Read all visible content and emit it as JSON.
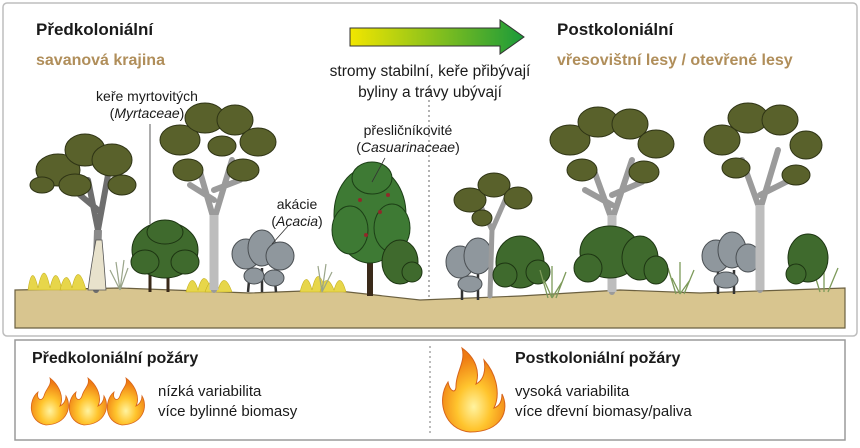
{
  "header": {
    "left_title": "Předkoloniální",
    "left_subtitle": "savanová krajina",
    "right_title": "Postkoloniální",
    "right_subtitle": "vřesovištní lesy / otevřené lesy",
    "transition_line1": "stromy stabilní, keře přibývají",
    "transition_line2": "byliny a trávy ubývají"
  },
  "labels": {
    "myrtaceae_common": "keře myrtovitých",
    "myrtaceae_latin": "Myrtaceae",
    "acacia_common": "akácie",
    "acacia_latin": "Acacia",
    "casuarinaceae_common": "přesličníkovité",
    "casuarinaceae_latin": "Casuarinaceae"
  },
  "fires": {
    "left_title": "Předkoloniální požáry",
    "left_line1": "nízká variabilita",
    "left_line2": "více bylinné biomasy",
    "right_title": "Postkoloniální požáry",
    "right_line1": "vysoká variabilita",
    "right_line2": "více dřevní biomasy/paliva"
  },
  "colors": {
    "ground": "#d8c58f",
    "border": "#bdbdbd",
    "arrow_start": "#f2e600",
    "arrow_end": "#1a9a3a",
    "subtitle": "#b08e5a",
    "eucalyptus_leaf": "#59612b",
    "shrub_leaf": "#3f6a2d",
    "acacia_leaf": "#8f979d",
    "casuarina_leaf": "#3e7a34",
    "flame_outer": "#f08a1c",
    "flame_inner": "#ffd23f"
  }
}
